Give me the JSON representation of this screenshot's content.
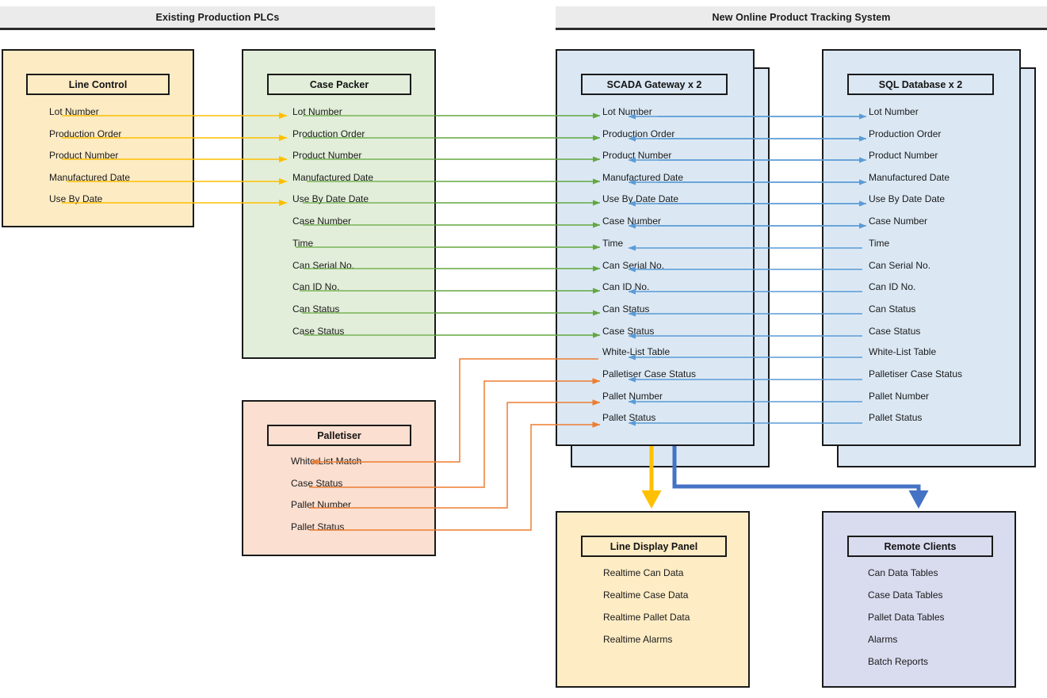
{
  "diagram": {
    "title": "Product Tracking System Data Flow",
    "banners": [
      {
        "label": "Existing Production PLCs"
      },
      {
        "label": "New Online Product Tracking System"
      }
    ],
    "colors": {
      "banner_fill": "#ebebeb",
      "line_control_fill": "#fdebc4",
      "case_packer_fill": "#e2eed9",
      "palletiser_fill": "#fbdfd0",
      "scada_fill": "#dbe8f4",
      "sql_fill": "#dbe8f4",
      "line_display_fill": "#fdecc4",
      "remote_clients_fill": "#d9dcef",
      "outline": "#1a1a1a",
      "arrow_yellow": "#ffbf00",
      "arrow_green": "#63a83f",
      "arrow_blue": "#5b9bd5",
      "arrow_orange": "#ed7d31",
      "arrow_gold_thick": "#ffc000",
      "arrow_blue_thick": "#4472c4"
    },
    "nodes": [
      {
        "id": "line-control",
        "title": "Line Control",
        "fill": "#fdebc4",
        "stacked": false,
        "fields": [
          "Lot Number",
          "Production Order",
          "Product Number",
          "Manufactured Date",
          "Use By Date"
        ]
      },
      {
        "id": "case-packer",
        "title": "Case Packer",
        "fill": "#e2eed9",
        "stacked": false,
        "fields": [
          "Lot Number",
          "Production Order",
          "Product Number",
          "Manufactured Date",
          "Use By Date Date",
          "Case Number",
          "Time",
          "Can Serial No.",
          "Can ID No.",
          "Can Status",
          "Case Status"
        ]
      },
      {
        "id": "palletiser",
        "title": "Palletiser",
        "fill": "#fbdfd0",
        "stacked": false,
        "fields": [
          "White-List Match",
          "Case Status",
          "Pallet Number",
          "Pallet Status"
        ]
      },
      {
        "id": "scada-gateway",
        "title": "SCADA Gateway x 2",
        "fill": "#dbe8f4",
        "stacked": true,
        "fields": [
          "Lot Number",
          "Production Order",
          "Product Number",
          "Manufactured Date",
          "Use By Date Date",
          "Case Number",
          "Time",
          "Can Serial No.",
          "Can ID No.",
          "Can Status",
          "Case Status",
          "White-List Table",
          "Palletiser Case Status",
          "Pallet Number",
          "Pallet Status"
        ]
      },
      {
        "id": "sql-database",
        "title": "SQL Database x 2",
        "fill": "#dbe8f4",
        "stacked": true,
        "fields": [
          "Lot Number",
          "Production Order",
          "Product Number",
          "Manufactured Date",
          "Use By Date Date",
          "Case Number",
          "Time",
          "Can Serial No.",
          "Can ID No.",
          "Can Status",
          "Case Status",
          "White-List Table",
          "Palletiser Case Status",
          "Pallet Number",
          "Pallet Status"
        ]
      },
      {
        "id": "line-display-panel",
        "title": "Line Display Panel",
        "fill": "#fdecc4",
        "stacked": false,
        "fields": [
          "Realtime Can Data",
          "Realtime Case Data",
          "Realtime Pallet Data",
          "Realtime Alarms"
        ]
      },
      {
        "id": "remote-clients",
        "title": "Remote Clients",
        "fill": "#d9dcef",
        "stacked": false,
        "fields": [
          "Can Data Tables",
          "Case Data Tables",
          "Pallet Data Tables",
          "Alarms",
          "Batch Reports"
        ]
      }
    ]
  }
}
